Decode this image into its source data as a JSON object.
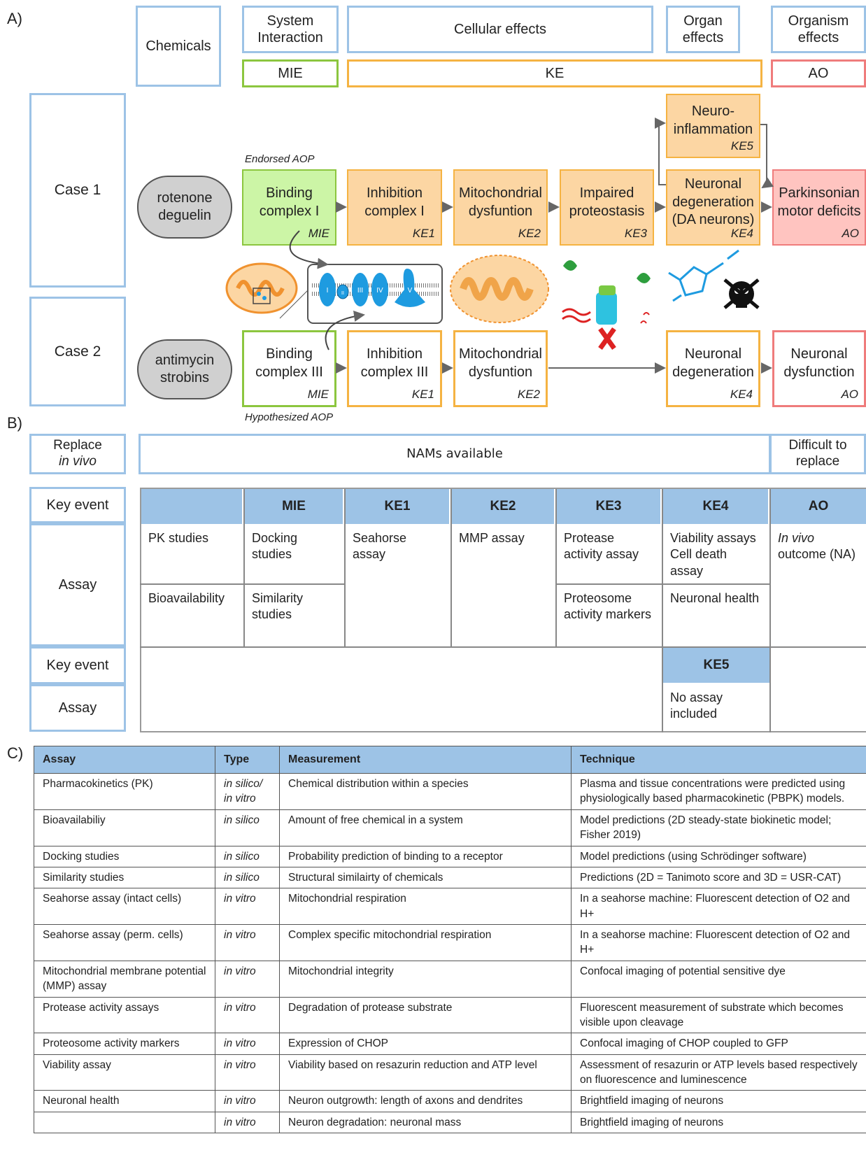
{
  "panels": {
    "a": "A)",
    "b": "B)",
    "c": "C)"
  },
  "headers": {
    "chemicals": "Chemicals",
    "system_interaction": "System Interaction",
    "cellular_effects": "Cellular effects",
    "organ_effects": "Organ effects",
    "organism_effects": "Organism effects",
    "mie": "MIE",
    "ke": "KE",
    "ao": "AO"
  },
  "case1": {
    "label": "Case 1",
    "chemicals": "rotenone deguelin",
    "aop_label": "Endorsed AOP",
    "nodes": {
      "mie": {
        "text": "Binding complex I",
        "tag": "MIE"
      },
      "ke1": {
        "text": "Inhibition complex I",
        "tag": "KE1"
      },
      "ke2": {
        "text": "Mitochondrial dysfuntion",
        "tag": "KE2"
      },
      "ke3": {
        "text": "Impaired proteostasis",
        "tag": "KE3"
      },
      "ke4": {
        "text": "Neuronal degeneration (DA neurons)",
        "tag": "KE4"
      },
      "ke5": {
        "text": "Neuro-inflammation",
        "tag": "KE5"
      },
      "ao": {
        "text": "Parkinsonian motor deficits",
        "tag": "AO"
      }
    }
  },
  "case2": {
    "label": "Case 2",
    "chemicals": "antimycin strobins",
    "aop_label": "Hypothesized AOP",
    "nodes": {
      "mie": {
        "text": "Binding complex III",
        "tag": "MIE"
      },
      "ke1": {
        "text": "Inhibition complex III",
        "tag": "KE1"
      },
      "ke2": {
        "text": "Mitochondrial dysfuntion",
        "tag": "KE2"
      },
      "ke4": {
        "text": "Neuronal degeneration",
        "tag": "KE4"
      },
      "ao": {
        "text": "Neuronal dysfunction",
        "tag": "AO"
      }
    }
  },
  "complexes": [
    "I",
    "II",
    "III",
    "IV",
    "V"
  ],
  "section_b": {
    "replace_label": "Replace",
    "in_vivo": "in vivo",
    "nams_available": "NAMs available",
    "difficult": "Difficult to replace",
    "key_event_label": "Key event",
    "assay_label": "Assay",
    "columns": [
      "",
      "MIE",
      "KE1",
      "KE2",
      "KE3",
      "KE4",
      "AO"
    ],
    "assays": {
      "pk_studies": "PK studies",
      "bioavailability": "Bioavailability",
      "docking": "Docking studies",
      "similarity": "Similarity studies",
      "seahorse": "Seahorse assay",
      "mmp": "MMP assay",
      "protease": "Protease activity assay",
      "proteosome": "Proteosome activity markers",
      "viability": "Viability assays",
      "cell_death": "Cell death assay",
      "neuronal_health": "Neuronal health",
      "in_vivo_outcome": "In vivo",
      "outcome_rest": "outcome (NA)"
    },
    "ke5": "KE5",
    "no_assay": "No assay included"
  },
  "section_c": {
    "headers": [
      "Assay",
      "Type",
      "Measurement",
      "Technique"
    ],
    "rows": [
      {
        "assay": "Pharmacokinetics (PK)",
        "type": "in silico/ in vitro",
        "measurement": "Chemical distribution within a species",
        "technique": "Plasma and tissue concentrations were predicted using physiologically based pharmacokinetic (PBPK) models."
      },
      {
        "assay": "Bioavailabiliy",
        "type": "in silico",
        "measurement": "Amount of free chemical in a system",
        "technique": "Model predictions (2D steady-state biokinetic model; Fisher 2019)"
      },
      {
        "assay": "Docking studies",
        "type": "in silico",
        "measurement": "Probability prediction of binding to a receptor",
        "technique": "Model predictions (using Schrödinger software)"
      },
      {
        "assay": "Similarity studies",
        "type": "in silico",
        "measurement": "Structural similairty of chemicals",
        "technique": "Predictions (2D = Tanimoto score and 3D = USR-CAT)"
      },
      {
        "assay": "Seahorse assay (intact cells)",
        "type": "in vitro",
        "measurement": "Mitochondrial respiration",
        "technique": "In a seahorse machine: Fluorescent detection of O2 and H+"
      },
      {
        "assay": "Seahorse assay (perm. cells)",
        "type": "in vitro",
        "measurement": "Complex specific mitochondrial respiration",
        "technique": "In a seahorse machine: Fluorescent detection of O2 and H+"
      },
      {
        "assay": "Mitochondrial membrane potential (MMP) assay",
        "type": "in vitro",
        "measurement": "Mitochondrial integrity",
        "technique": "Confocal imaging of potential sensitive dye"
      },
      {
        "assay": "Protease activity assays",
        "type": "in vitro",
        "measurement": "Degradation of protease substrate",
        "technique": "Fluorescent measurement of substrate which becomes visible upon cleavage"
      },
      {
        "assay": "Proteosome activity markers",
        "type": "in vitro",
        "measurement": "Expression of CHOP",
        "technique": "Confocal imaging of CHOP coupled to GFP"
      },
      {
        "assay": "Viability assay",
        "type": "in vitro",
        "measurement": "Viability based on resazurin reduction and ATP level",
        "technique": "Assessment of resazurin or ATP levels based respectively on fluorescence and luminescence"
      },
      {
        "assay": "Neuronal health",
        "type": "in vitro",
        "measurement": "Neuron outgrowth: length of axons and dendrites",
        "technique": "Brightfield imaging of neurons"
      },
      {
        "assay": "",
        "type": "in vitro",
        "measurement": "Neuron degradation: neuronal mass",
        "technique": "Brightfield imaging of neurons"
      }
    ]
  },
  "colors": {
    "header_blue": "#9dc3e6",
    "mie_green": "#8cc63f",
    "ke_orange": "#f5b342",
    "ao_red": "#ef7c7c",
    "mie_fill": "#ccf5a6",
    "ke_fill": "#fcd6a3",
    "ao_fill": "#ffc4c0",
    "complex_blue": "#1e9be0"
  }
}
